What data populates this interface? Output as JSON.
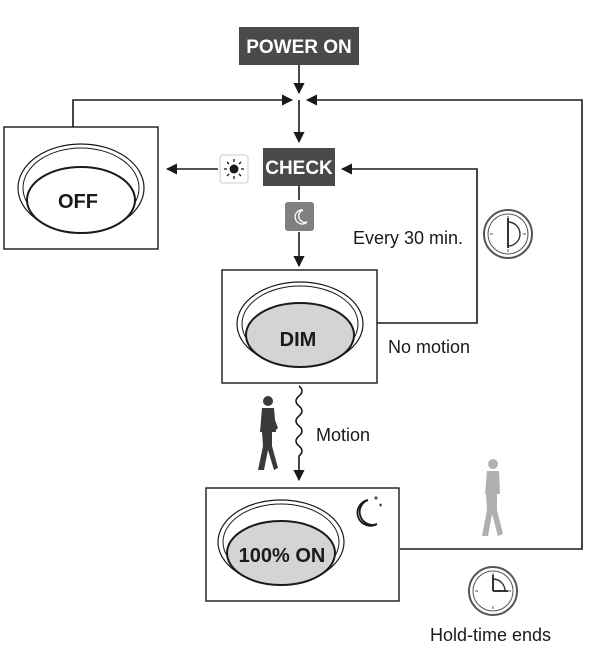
{
  "diagram": {
    "power_on": "POWER ON",
    "check": "CHECK",
    "off": "OFF",
    "dim": "DIM",
    "full_on": "100% ON",
    "every_30_min": "Every 30 min.",
    "no_motion": "No motion",
    "motion": "Motion",
    "hold_time_ends": "Hold-time ends"
  },
  "colors": {
    "dark_label_bg": "#4a4a4a",
    "line": "#1a1a1a",
    "lamp_fill_active": "#d4d4d4",
    "lamp_fill_off": "#ffffff",
    "night_icon_bg": "#808080"
  },
  "icons": [
    "sun-icon",
    "moon-icon",
    "clock-icon",
    "clock-icon",
    "walking-person-icon",
    "walking-person-icon",
    "moon-stars-icon",
    "motion-wave-icon"
  ]
}
